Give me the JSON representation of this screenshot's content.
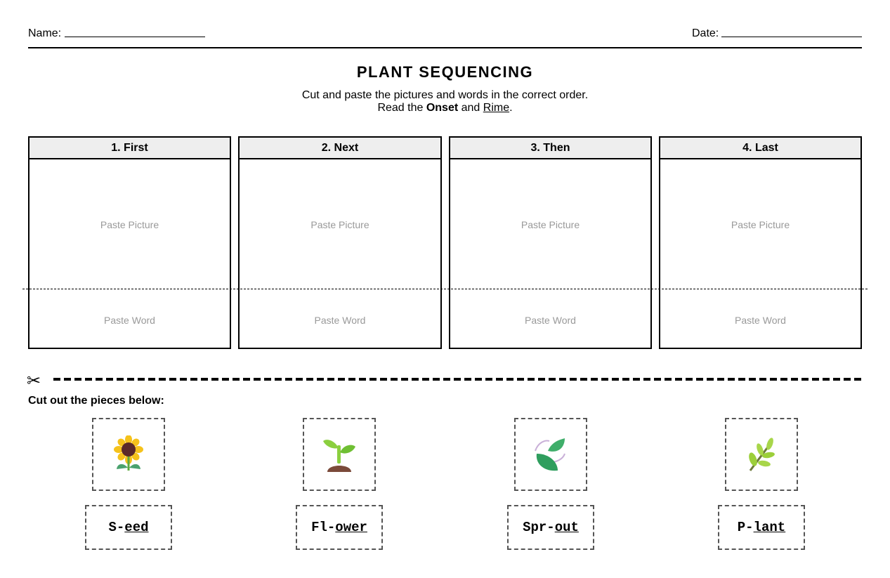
{
  "header": {
    "name_label": "Name:",
    "date_label": "Date:"
  },
  "title": "PLANT SEQUENCING",
  "instructions": {
    "line1": "Cut and paste the pictures and words in the correct order.",
    "line2_prefix": "Read the ",
    "line2_bold": "Onset",
    "line2_mid": " and ",
    "line2_underline": "Rime",
    "line2_suffix": "."
  },
  "boxes": [
    {
      "label": "1. First",
      "picture_placeholder": "Paste Picture",
      "word_placeholder": "Paste Word"
    },
    {
      "label": "2. Next",
      "picture_placeholder": "Paste Picture",
      "word_placeholder": "Paste Word"
    },
    {
      "label": "3. Then",
      "picture_placeholder": "Paste Picture",
      "word_placeholder": "Paste Word"
    },
    {
      "label": "4. Last",
      "picture_placeholder": "Paste Picture",
      "word_placeholder": "Paste Word"
    }
  ],
  "cut_section": {
    "scissors_icon": "✂",
    "label": "Cut out the pieces below:"
  },
  "pieces": [
    {
      "icon": "sunflower-icon",
      "glyph": "🌻",
      "onset": "S-",
      "rime": "eed"
    },
    {
      "icon": "seedling-icon",
      "glyph": "🌱",
      "onset": "Fl-",
      "rime": "ower"
    },
    {
      "icon": "leaf-fluttering-icon",
      "glyph": "🍃",
      "onset": "Spr-",
      "rime": "out"
    },
    {
      "icon": "herb-icon",
      "glyph": "🌿",
      "onset": "P-",
      "rime": "lant"
    }
  ],
  "colors": {
    "header_bg": "#eeeeee",
    "placeholder_text": "#999999",
    "piece_border": "#555555"
  }
}
